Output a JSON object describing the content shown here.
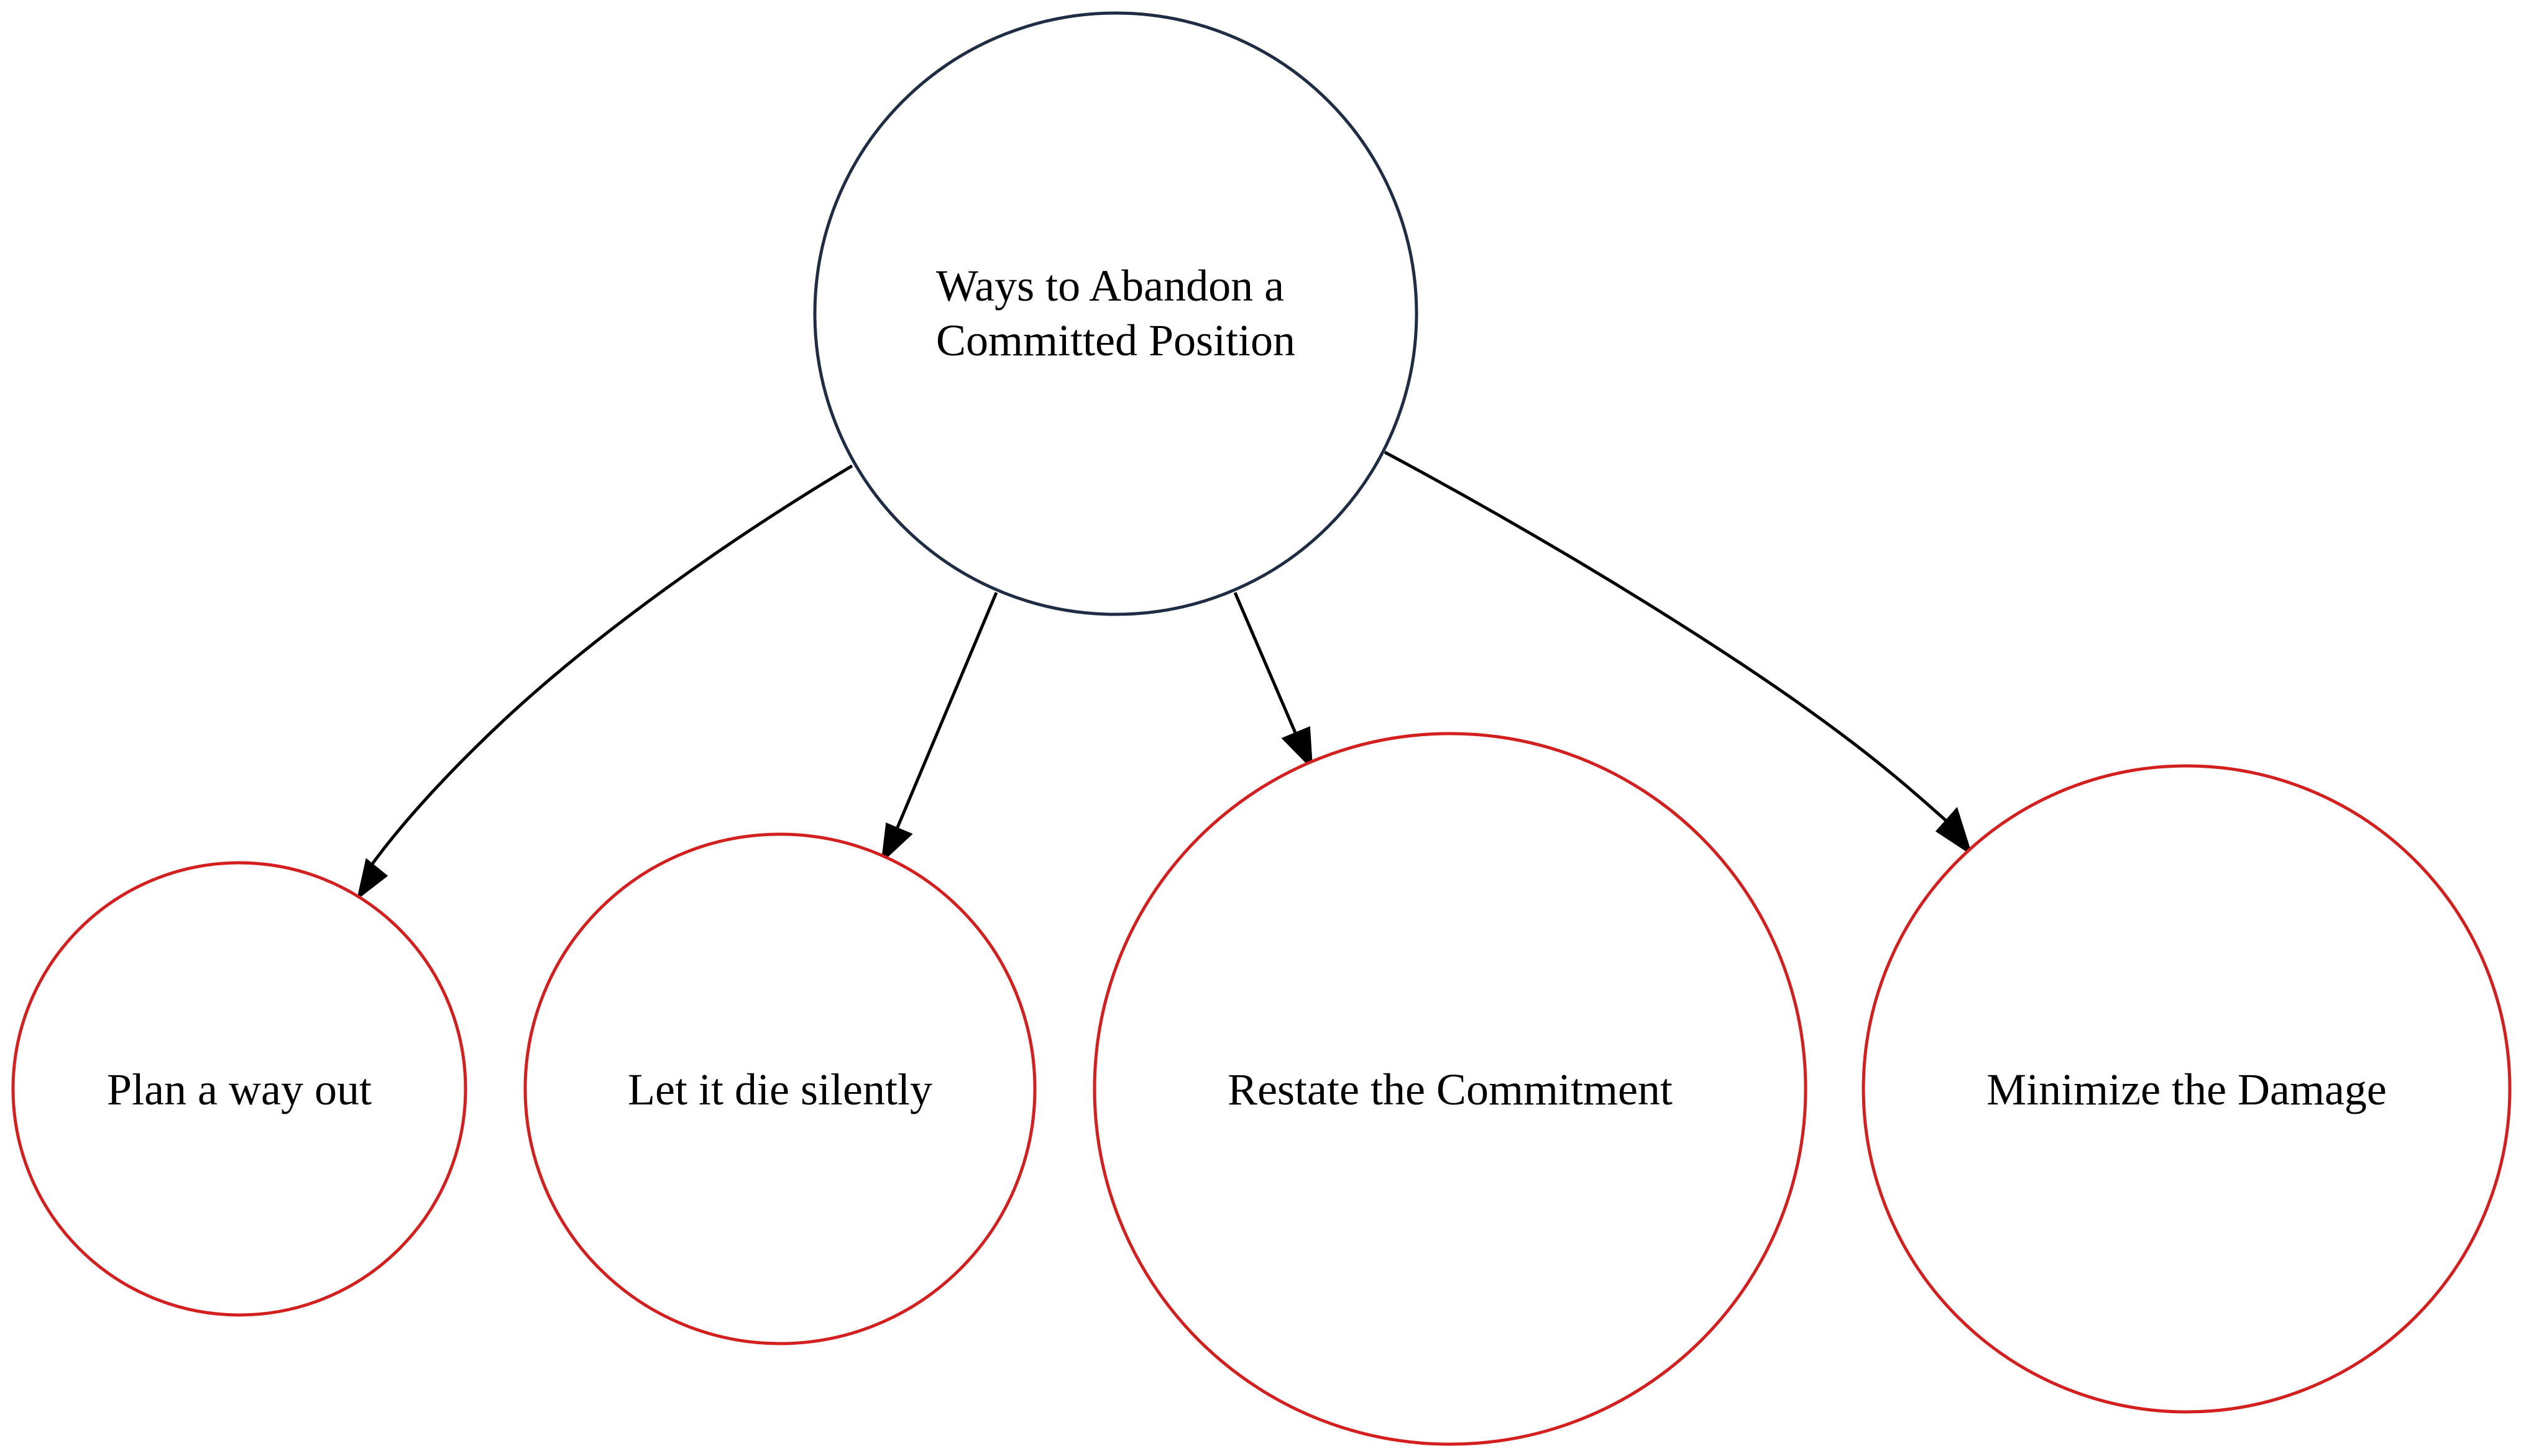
{
  "colors": {
    "root_stroke": "#1f2d44",
    "child_stroke": "#d41f1f",
    "edge": "#000000",
    "background": "#ffffff"
  },
  "diagram": {
    "root": {
      "lines": [
        "Ways to Abandon a",
        "Committed Position"
      ]
    },
    "children": [
      {
        "label": "Plan a way out"
      },
      {
        "label": "Let it die silently"
      },
      {
        "label": "Restate the Commitment"
      },
      {
        "label": "Minimize the Damage"
      }
    ]
  }
}
